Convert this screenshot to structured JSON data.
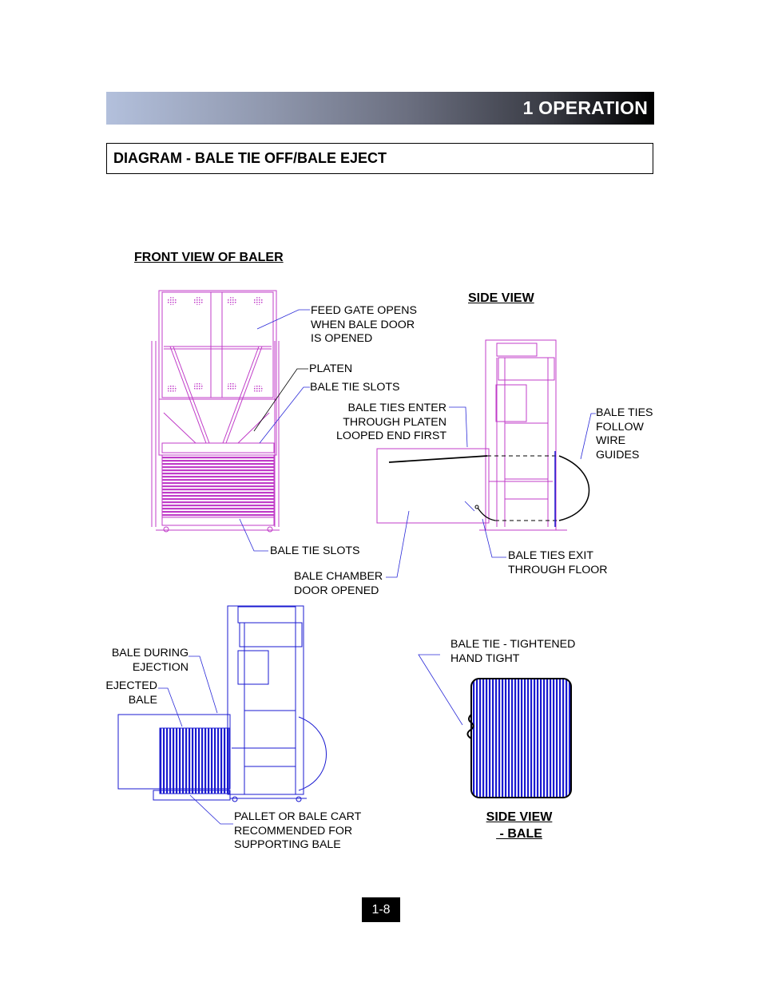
{
  "header": {
    "title": "1  OPERATION"
  },
  "section": {
    "title": "DIAGRAM - BALE TIE OFF/BALE EJECT"
  },
  "headings": {
    "front_view": "FRONT VIEW OF BALER",
    "side_view": "SIDE VIEW",
    "side_view_bale": "SIDE VIEW\n - BALE"
  },
  "labels": {
    "feed_gate": "FEED GATE OPENS\nWHEN BALE DOOR\nIS OPENED",
    "platen": "PLATEN",
    "bale_tie_slots_top": "BALE TIE SLOTS",
    "bale_ties_enter": "BALE TIES ENTER\nTHROUGH PLATEN\nLOOPED END FIRST",
    "bale_ties_follow": "BALE TIES\nFOLLOW\nWIRE\nGUIDES",
    "bale_tie_slots_bottom": "BALE TIE SLOTS",
    "bale_chamber_door": "BALE CHAMBER\nDOOR OPENED",
    "bale_ties_exit": "BALE TIES EXIT\nTHROUGH FLOOR",
    "bale_during_ejection": "BALE DURING\nEJECTION",
    "ejected_bale": "EJECTED\nBALE",
    "pallet": "PALLET OR BALE CART\nRECOMMENDED FOR\nSUPPORTING BALE",
    "bale_tie_tightened": "BALE TIE - TIGHTENED\nHAND TIGHT"
  },
  "colors": {
    "front_drawing": "#c03cc8",
    "side_drawing": "#c03cc8",
    "eject_drawing": "#1a1ad0",
    "leader_blue": "#2a2ad8"
  },
  "footer": {
    "page_number": "1-8"
  }
}
